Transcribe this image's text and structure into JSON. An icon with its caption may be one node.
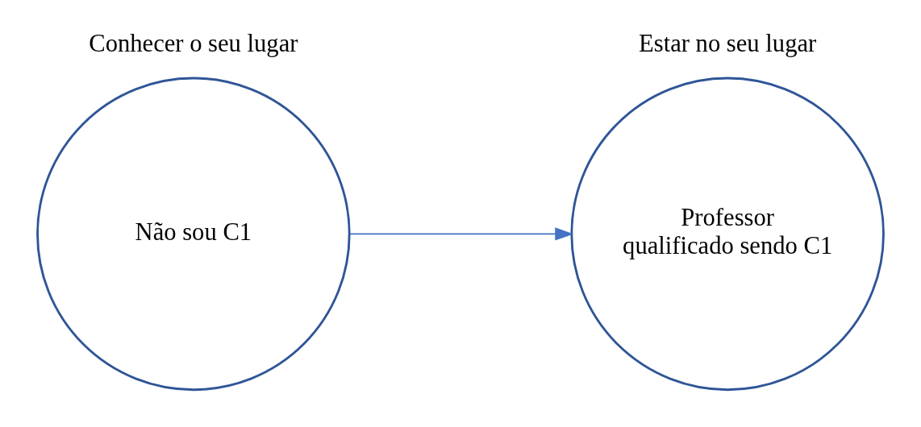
{
  "diagram": {
    "nodes": [
      {
        "text": [
          "Conhecer o seu lugar",
          "Não sou C1"
        ]
      },
      {
        "text": [
          "Estar no seu lugar",
          "Professor qualificado sendo C1"
        ]
      }
    ],
    "edges": [
      {
        "from": 0,
        "to": 1,
        "arrow": "to"
      }
    ]
  }
}
